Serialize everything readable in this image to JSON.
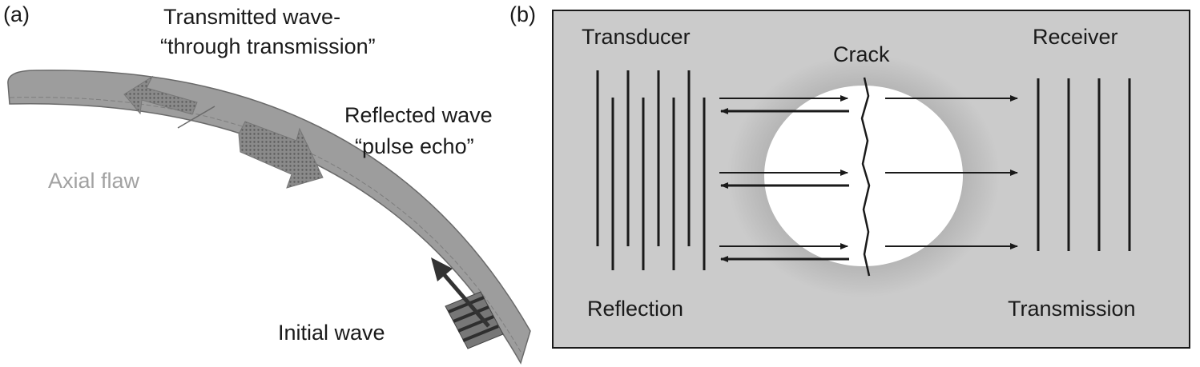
{
  "panel_a": {
    "tag": "(a)",
    "transmitted_line1": "Transmitted wave-",
    "transmitted_line2": "“through transmission”",
    "reflected_line1": "Reflected wave",
    "reflected_line2": "“pulse echo”",
    "axial_flaw": "Axial flaw",
    "initial_wave": "Initial wave"
  },
  "panel_b": {
    "tag": "(b)",
    "transducer": "Transducer",
    "crack": "Crack",
    "receiver": "Receiver",
    "reflection": "Reflection",
    "transmission": "Transmission"
  },
  "colors": {
    "panel_fill": "#cbcbcb",
    "pipe_fill": "#9d9d9d",
    "axial_flaw_text": "#a2a2a2",
    "ink": "#1a1a1a"
  }
}
